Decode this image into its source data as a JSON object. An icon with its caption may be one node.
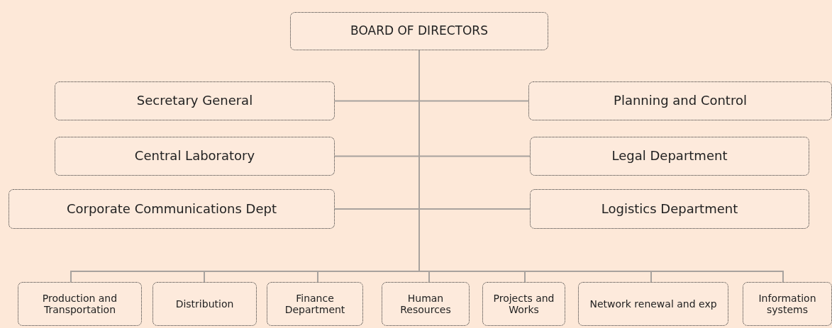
{
  "diagram": {
    "nodes": [
      {
        "text": [
          "BOARD OF DIRECTORS"
        ]
      },
      {
        "text": [
          "Secretary General"
        ]
      },
      {
        "text": [
          "Planning and Control"
        ]
      },
      {
        "text": [
          "Central Laboratory"
        ]
      },
      {
        "text": [
          "Legal Department"
        ]
      },
      {
        "text": [
          "Corporate Communications Dept"
        ]
      },
      {
        "text": [
          "Logistics Department"
        ]
      },
      {
        "text": [
          "Production and Transportation"
        ]
      },
      {
        "text": [
          "Distribution"
        ]
      },
      {
        "text": [
          "Finance Department"
        ]
      },
      {
        "text": [
          "Human Resources"
        ]
      },
      {
        "text": [
          "Projects and Works"
        ]
      },
      {
        "text": [
          "Network renewal and exp"
        ]
      },
      {
        "text": [
          "Information systems"
        ]
      }
    ],
    "edges": [
      {
        "from": 0,
        "to": 1,
        "arrow": "none"
      },
      {
        "from": 0,
        "to": 2,
        "arrow": "none"
      },
      {
        "from": 0,
        "to": 3,
        "arrow": "none"
      },
      {
        "from": 0,
        "to": 4,
        "arrow": "none"
      },
      {
        "from": 0,
        "to": 5,
        "arrow": "none"
      },
      {
        "from": 0,
        "to": 6,
        "arrow": "none"
      },
      {
        "from": 0,
        "to": 7,
        "arrow": "none"
      },
      {
        "from": 0,
        "to": 8,
        "arrow": "none"
      },
      {
        "from": 0,
        "to": 9,
        "arrow": "none"
      },
      {
        "from": 0,
        "to": 10,
        "arrow": "none"
      },
      {
        "from": 0,
        "to": 11,
        "arrow": "none"
      },
      {
        "from": 0,
        "to": 12,
        "arrow": "none"
      },
      {
        "from": 0,
        "to": 13,
        "arrow": "none"
      }
    ]
  }
}
